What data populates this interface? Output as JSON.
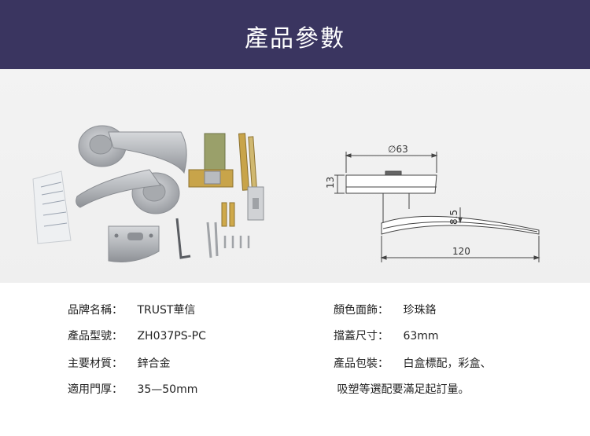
{
  "header": {
    "title": "產品參數"
  },
  "drawing": {
    "diameter_label": "∅63",
    "height_label": "13",
    "thickness_label": "8.5",
    "length_label": "120"
  },
  "specs": {
    "left": [
      {
        "label": "品牌名稱：",
        "value": "TRUST華信"
      },
      {
        "label": "產品型號：",
        "value": "ZH037PS-PC"
      },
      {
        "label": "主要材質：",
        "value": "鋅合金"
      },
      {
        "label": "適用門厚：",
        "value": "35—50mm"
      }
    ],
    "right": [
      {
        "label": "顏色面飾：",
        "value": "珍珠鉻"
      },
      {
        "label": "擋蓋尺寸：",
        "value": "63mm"
      },
      {
        "label": "產品包裝：",
        "value": "白盒標配，彩盒、"
      },
      {
        "label": "",
        "value": "吸塑等選配要滿足起訂量。"
      }
    ]
  },
  "colors": {
    "header_bg": "#3a3560",
    "metal": "#b9bcc0"
  }
}
